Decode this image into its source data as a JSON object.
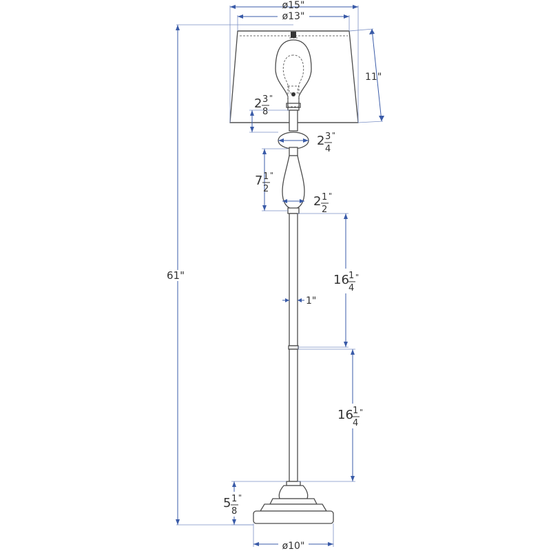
{
  "dimensions": {
    "shade_top_diameter": "ø13\"",
    "shade_bottom_diameter": "ø15\"",
    "shade_height": "11\"",
    "neck_height": {
      "whole": "2",
      "num": "3",
      "den": "8",
      "unit": "\""
    },
    "knob_diameter": {
      "whole": "2",
      "num": "3",
      "den": "4",
      "unit": "\""
    },
    "vase_height": {
      "whole": "7",
      "num": "1",
      "den": "2",
      "unit": "\""
    },
    "vase_diameter": {
      "whole": "2",
      "num": "1",
      "den": "2",
      "unit": "\""
    },
    "overall_height": "61\"",
    "upper_pole_height": {
      "whole": "16",
      "num": "1",
      "den": "4",
      "unit": "\""
    },
    "pole_diameter": "1\"",
    "lower_pole_height": {
      "whole": "16",
      "num": "1",
      "den": "4",
      "unit": "\""
    },
    "base_height": {
      "whole": "5",
      "num": "1",
      "den": "8",
      "unit": "\""
    },
    "base_diameter": "ø10\""
  }
}
